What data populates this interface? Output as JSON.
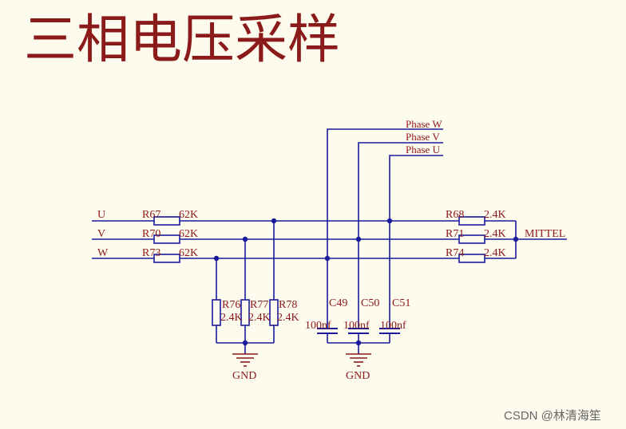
{
  "title": "三相电压采样",
  "watermark": "CSDN @林清海笙",
  "nets": {
    "phase_w": "Phase W",
    "phase_v": "Phase V",
    "phase_u": "Phase U",
    "input_u": "U",
    "input_v": "V",
    "input_w": "W",
    "mittel": "MITTEL",
    "gnd_left": "GND",
    "gnd_right": "GND"
  },
  "resistors": {
    "R67": {
      "ref": "R67",
      "value": "62K"
    },
    "R70": {
      "ref": "R70",
      "value": "62K"
    },
    "R73": {
      "ref": "R73",
      "value": "62K"
    },
    "R68": {
      "ref": "R68",
      "value": "2.4K"
    },
    "R71": {
      "ref": "R71",
      "value": "2.4K"
    },
    "R74": {
      "ref": "R74",
      "value": "2.4K"
    },
    "R76": {
      "ref": "R76",
      "value": "2.4K"
    },
    "R77": {
      "ref": "R77",
      "value": "2.4K"
    },
    "R78": {
      "ref": "R78",
      "value": "2.4K"
    }
  },
  "capacitors": {
    "C49": {
      "ref": "C49",
      "value": "100nf"
    },
    "C50": {
      "ref": "C50",
      "value": "100nf"
    },
    "C51": {
      "ref": "C51",
      "value": "100nf"
    }
  },
  "colors": {
    "wire": "#1a1a9c",
    "label": "#8b1a1a",
    "background": "#fdfaee"
  }
}
